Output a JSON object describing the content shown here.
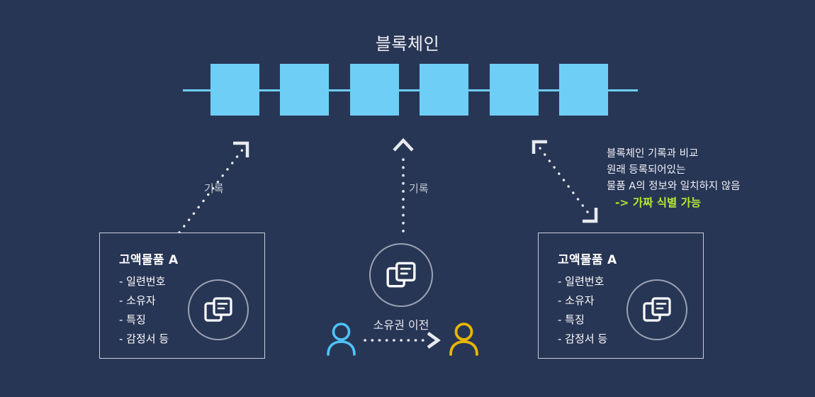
{
  "theme": {
    "background": "#283655",
    "block_color": "#6ecef5",
    "text_color": "#f2f3f7",
    "muted_text": "#c5c9d4",
    "highlight_green": "#b6e832",
    "person_left": "#4fc3f7",
    "person_right": "#e8b600",
    "card_border": "#c9cdd9",
    "icon_ring": "#9aa2b4"
  },
  "blockchain": {
    "title": "블록체인",
    "block_count": 6
  },
  "arrows": {
    "left_record_label": "기록",
    "middle_record_label": "기록"
  },
  "left_card": {
    "title": "고액물품 A",
    "items": [
      "- 일련번호",
      "- 소유자",
      "- 특징",
      "- 감정서 등"
    ],
    "icon": "document-copy-icon"
  },
  "middle": {
    "icon": "document-copy-icon",
    "transfer_label": "소유권 이전",
    "person_from_icon": "person-icon",
    "person_to_icon": "person-icon"
  },
  "right_card": {
    "title": "고액물품 A",
    "items": [
      "- 일련번호",
      "- 소유자",
      "- 특징",
      "- 감정서 등"
    ],
    "icon": "document-copy-icon"
  },
  "verification_note": {
    "line1": "블록체인 기록과 비교",
    "line2": "원래 등록되어있는",
    "line3": "물품 A의 정보와 일치하지 않음",
    "conclusion": "-> 가짜 식별 가능"
  }
}
